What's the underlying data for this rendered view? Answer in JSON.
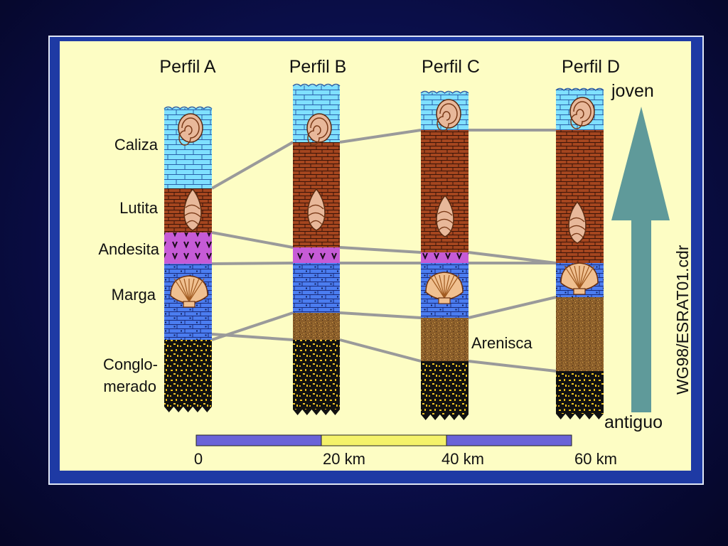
{
  "profiles": [
    {
      "label": "Perfil A"
    },
    {
      "label": "Perfil B"
    },
    {
      "label": "Perfil C"
    },
    {
      "label": "Perfil D"
    }
  ],
  "layers": {
    "caliza": "Caliza",
    "lutita": "Lutita",
    "andesita": "Andesita",
    "marga": "Marga",
    "conglomerado_line1": "Conglo-",
    "conglomerado_line2": "merado",
    "arenisca": "Arenisca"
  },
  "arrow": {
    "top_label": "joven",
    "bottom_label": "antiguo"
  },
  "file_label": "WG98/ESRAT01.cdr",
  "scale": {
    "ticks": [
      "0",
      "20 km",
      "40 km",
      "60 km"
    ]
  },
  "colors": {
    "caliza": "#7fe0ff",
    "lutita": "#a5461f",
    "andesita": "#c65bd6",
    "marga": "#4b7df0",
    "arenisca": "#8b5e2a",
    "conglomerado": "#111111",
    "arrow": "#5f9a9a",
    "correlation_line": "#9a9a9a",
    "scale_blue": "#6a63d8",
    "scale_yellow": "#f4f26a"
  }
}
